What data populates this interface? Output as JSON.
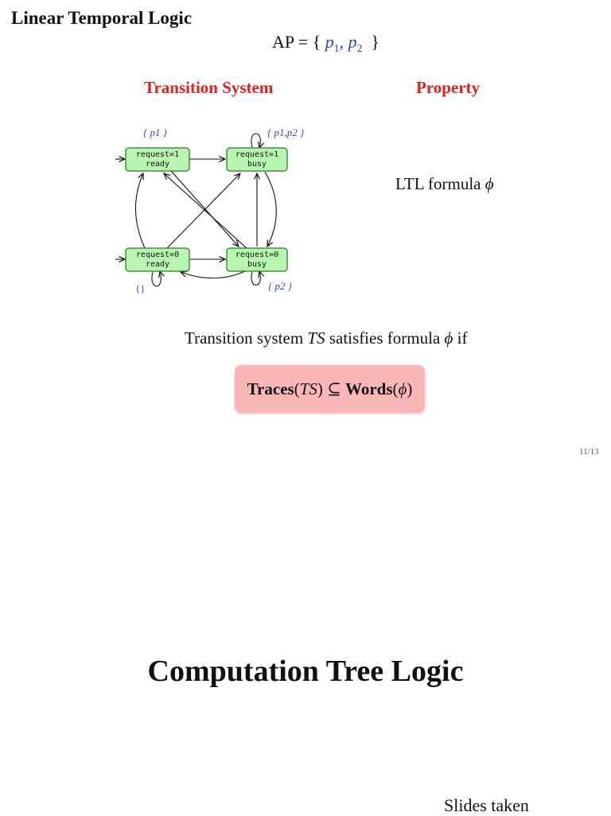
{
  "slide": {
    "title": "Linear Temporal Logic",
    "ap": {
      "prefix": "AP = {",
      "var1": "p",
      "sub1": "1",
      "comma": ",",
      "var2": "p",
      "sub2": "2",
      "suffix": "}"
    },
    "headings": {
      "transition_system": "Transition System",
      "property": "Property"
    },
    "ltl": {
      "text": "LTL formula",
      "symbol": "ϕ"
    },
    "satisfies": {
      "pre": "Transition system",
      "ts": "TS",
      "mid": "satisfies formula",
      "symbol": "ϕ",
      "post": "if"
    },
    "condition": {
      "traces": "Traces",
      "lparen": "(",
      "ts": "TS",
      "rparen": ")",
      "subset": "⊆",
      "words": "Words",
      "lparen2": "(",
      "phi": "ϕ",
      "rparen2": ")"
    },
    "page_number": "11/13"
  },
  "diagram": {
    "states": [
      {
        "line1": "request=1",
        "line2": "ready",
        "label": "{ p1 }"
      },
      {
        "line1": "request=1",
        "line2": "busy",
        "label": "{ p1,p2 }"
      },
      {
        "line1": "request=0",
        "line2": "ready",
        "label": "{}"
      },
      {
        "line1": "request=0",
        "line2": "busy",
        "label": "{ p2 }"
      }
    ],
    "colors": {
      "state_fill": "#b8f5b0",
      "state_border": "#2b7a2b",
      "label": "#3344bb"
    }
  },
  "next_slide": {
    "title": "Computation Tree Logic",
    "footer": "Slides taken"
  }
}
